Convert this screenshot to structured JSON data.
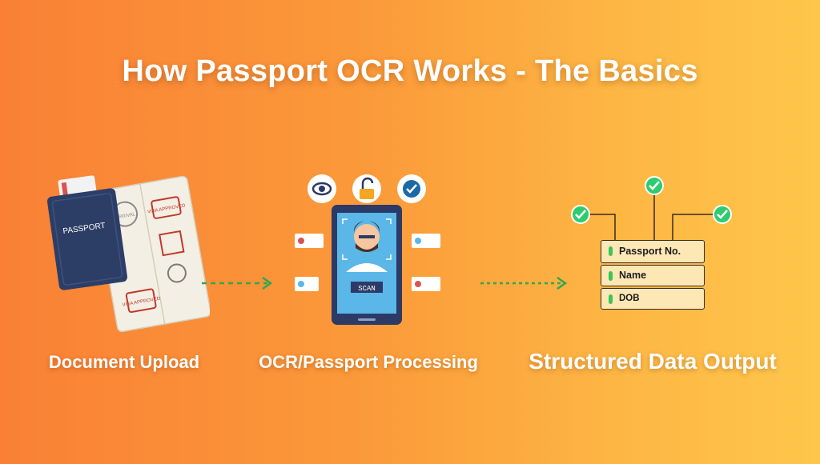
{
  "title": "How Passport OCR Works - The Basics",
  "steps": {
    "upload": {
      "label": "Document Upload",
      "passport_cover_text": "PASSPORT",
      "stamps": [
        "ARRIVAL",
        "VISA APPROVED",
        "VISA APPROVED"
      ]
    },
    "processing": {
      "label": "OCR/Passport Processing",
      "scan_text": "SCAN",
      "top_icons": [
        "eye-icon",
        "unlock-icon",
        "check-icon"
      ]
    },
    "output": {
      "label": "Structured Data Output",
      "fields": [
        "Passport No.",
        "Name",
        "DOB"
      ]
    }
  },
  "colors": {
    "background_start": "#f98035",
    "background_end": "#fec64b",
    "arrow": "#2fa84f",
    "check": "#2ecc71",
    "phone": "#2d3a66",
    "screen": "#5ab7e8"
  }
}
